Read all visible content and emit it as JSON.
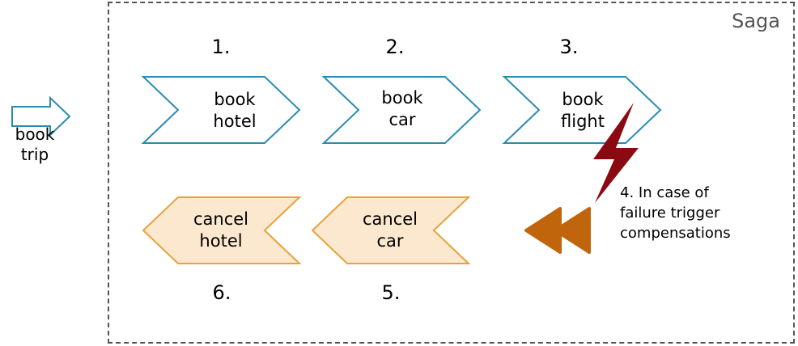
{
  "frame": {
    "label": "Saga"
  },
  "start": {
    "line1": "book",
    "line2": "trip"
  },
  "steps": [
    {
      "number": "1.",
      "line1": "book",
      "line2": "hotel"
    },
    {
      "number": "2.",
      "line1": "book",
      "line2": "car"
    },
    {
      "number": "3.",
      "line1": "book",
      "line2": "flight"
    }
  ],
  "compensations": [
    {
      "number": "5.",
      "line1": "cancel",
      "line2": "car"
    },
    {
      "number": "6.",
      "line1": "cancel",
      "line2": "hotel"
    }
  ],
  "note": {
    "line1": "4. In case of",
    "line2": "failure trigger",
    "line3": "compensations"
  },
  "colors": {
    "forward_stroke": "#2a8bb0",
    "compensate_stroke": "#e8a23a",
    "compensate_fill": "#fce8cf",
    "failure_bolt": "#8b0a12",
    "rewind_icon": "#c0650b"
  }
}
